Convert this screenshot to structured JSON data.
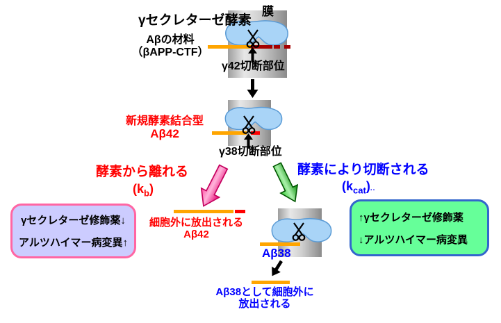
{
  "top_block": {
    "membrane_label": "膜",
    "enzyme_label": "γセクレターゼ酵素",
    "substrate_line1": "Aβの材料",
    "substrate_line2": "（βAPP-CTF）",
    "cleavage_label": "γ42切断部位"
  },
  "mid_block": {
    "bound_line1": "新規酵素結合型",
    "bound_line2": "Aβ42",
    "cleavage_label": "γ38切断部位"
  },
  "left_branch": {
    "title": "酵素から離れる",
    "rate_prefix": "(k",
    "rate_sub": "b",
    "rate_suffix": ")",
    "box_line1": "γセクレターゼ修飾薬↓",
    "box_line2": "アルツハイマー病変異↑",
    "released_line1": "細胞外に放出される",
    "released_line2": "Aβ42"
  },
  "right_branch": {
    "title": "酵素により切断される",
    "rate_prefix": "(k",
    "rate_sub": "cat",
    "rate_suffix": ")",
    "rate_trail": "..",
    "box_line1": "↑γセクレターゼ修飾薬",
    "box_line2": "↓アルツハイマー病変異",
    "product_label": "Aβ38",
    "released_line1": "Aβ38として細胞外に",
    "released_line2": "放出される"
  },
  "colors": {
    "orange_strand": "#FFA500",
    "dark_red_strand": "#A50000",
    "red_fragment": "#FF0000",
    "red_text": "#FF0000",
    "blue_text": "#0000FF",
    "pink_arrow": "#EE0077",
    "green_arrow": "#009900",
    "left_box_fill": "#CCCCFF",
    "left_box_border": "#FF66A3",
    "right_box_fill": "#66FF99",
    "right_box_border": "#3366CC",
    "membrane_gray": "#ABABAB",
    "enzyme_fill": "#A9D4F7",
    "enzyme_stroke": "#5B9BD5"
  }
}
